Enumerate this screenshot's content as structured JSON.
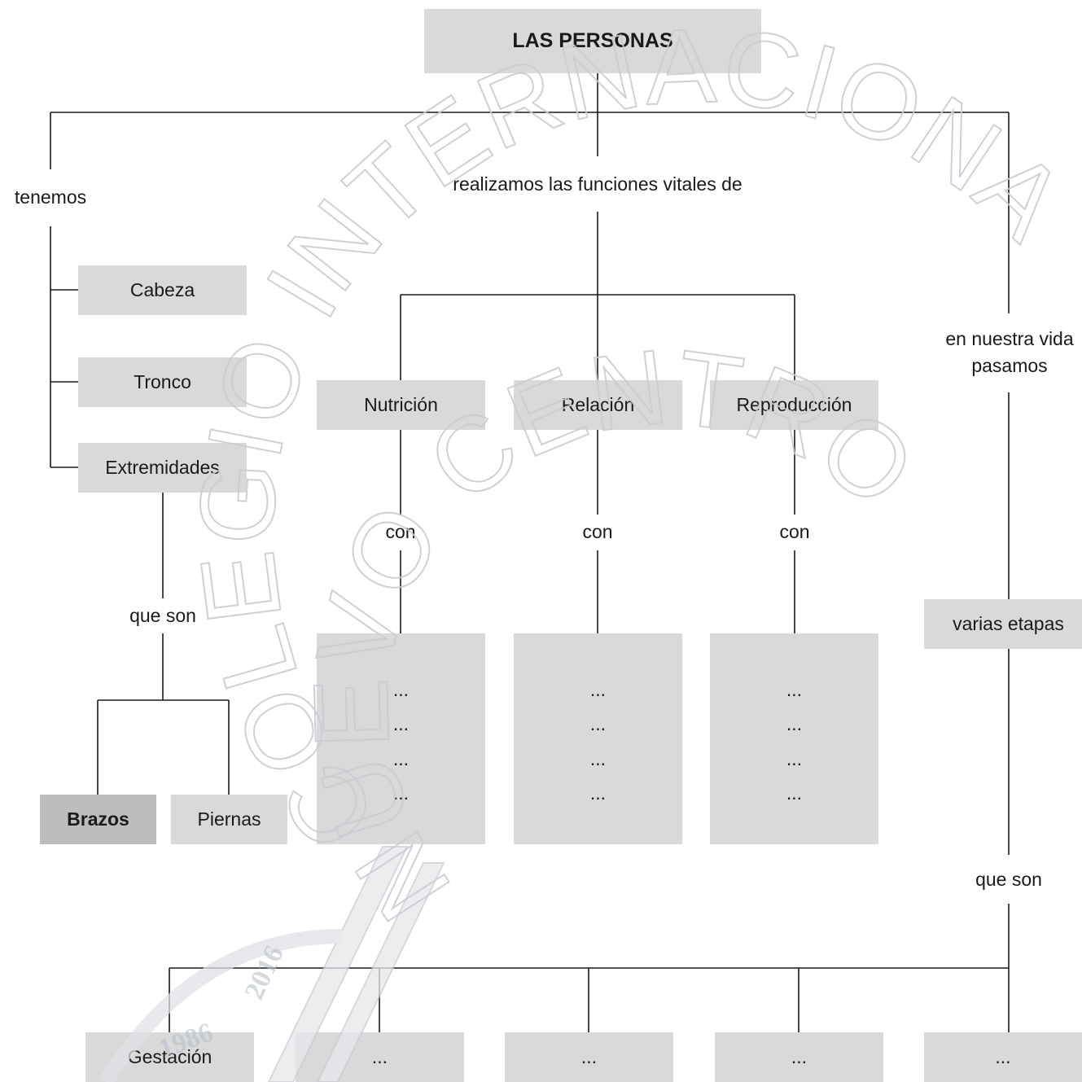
{
  "title": "LAS PERSONAS",
  "branches": {
    "left_label": "tenemos",
    "middle_label": "realizamos las funciones vitales de",
    "right_label_line1": "en nuestra vida",
    "right_label_line2": "pasamos"
  },
  "body_parts": [
    "Cabeza",
    "Tronco",
    "Extremidades"
  ],
  "limbs_label": "que son",
  "limbs": [
    "Brazos",
    "Piernas"
  ],
  "functions": [
    "Nutrición",
    "Relación",
    "Reproducción"
  ],
  "function_link": "con",
  "placeholder": "...",
  "stages_box": "varias etapas",
  "stages_label": "que son",
  "stages": [
    "Gestación",
    "...",
    "...",
    "...",
    "..."
  ],
  "watermark": {
    "line1": "COLEGIO INTERNACIONAL",
    "line2": "NUEVO CENTRO",
    "years": [
      "1986",
      "2016"
    ],
    "color": "#c9ccd3"
  }
}
